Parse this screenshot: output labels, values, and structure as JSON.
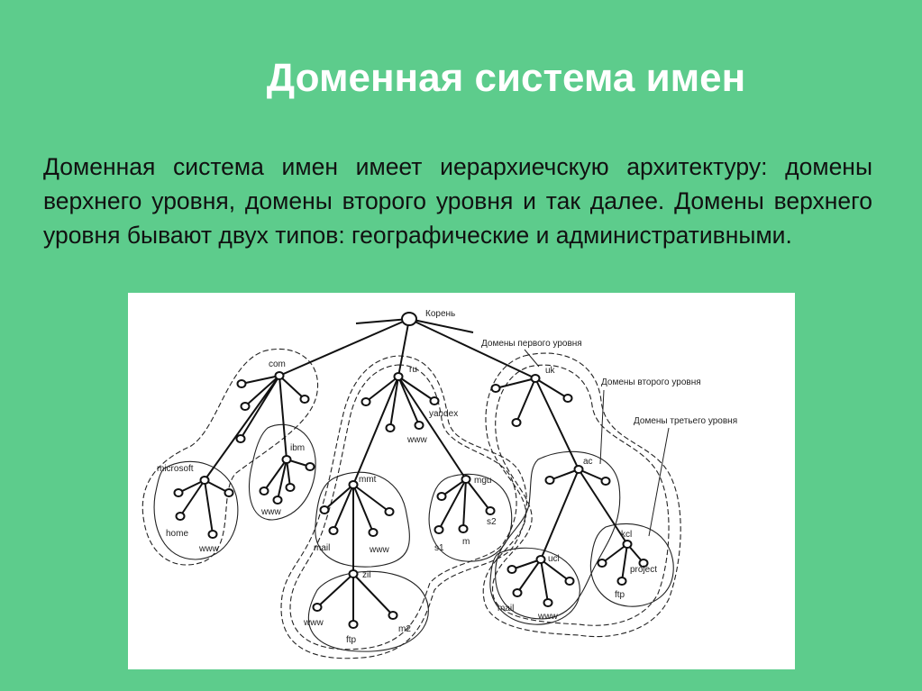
{
  "slide": {
    "title": "Доменная система имен",
    "paragraph": "Доменная система имен имеет иерархиечскую архитектуру: домены верхнего уровня, домены второго уровня и так далее. Домены верхнего уровня бывают двух типов: географические и административными."
  },
  "diagram": {
    "root": "Корень",
    "legend": {
      "first_level": "Домены первого уровня",
      "second_level": "Домены второго уровня",
      "third_level": "Домены третьего уровня"
    },
    "nodes": {
      "com": "com",
      "ru": "ru",
      "uk": "uk",
      "microsoft": "microsoft",
      "ibm": "ibm",
      "home": "home",
      "ms_www": "www",
      "ibm_www": "www",
      "yandex": "yandex",
      "ru_www": "www",
      "mmt": "mmt",
      "mail": "mail",
      "mmt_www": "www",
      "mgu": "mgu",
      "s1": "s1",
      "s2": "s2",
      "m": "m",
      "zil": "zil",
      "zil_www": "www",
      "ftp": "ftp",
      "m2": "m2",
      "ac": "ac",
      "ucl": "ucl",
      "ucl_mail": "mail",
      "ucl_www": "www",
      "kcl": "kcl",
      "project": "project",
      "kcl_ftp": "ftp"
    }
  }
}
